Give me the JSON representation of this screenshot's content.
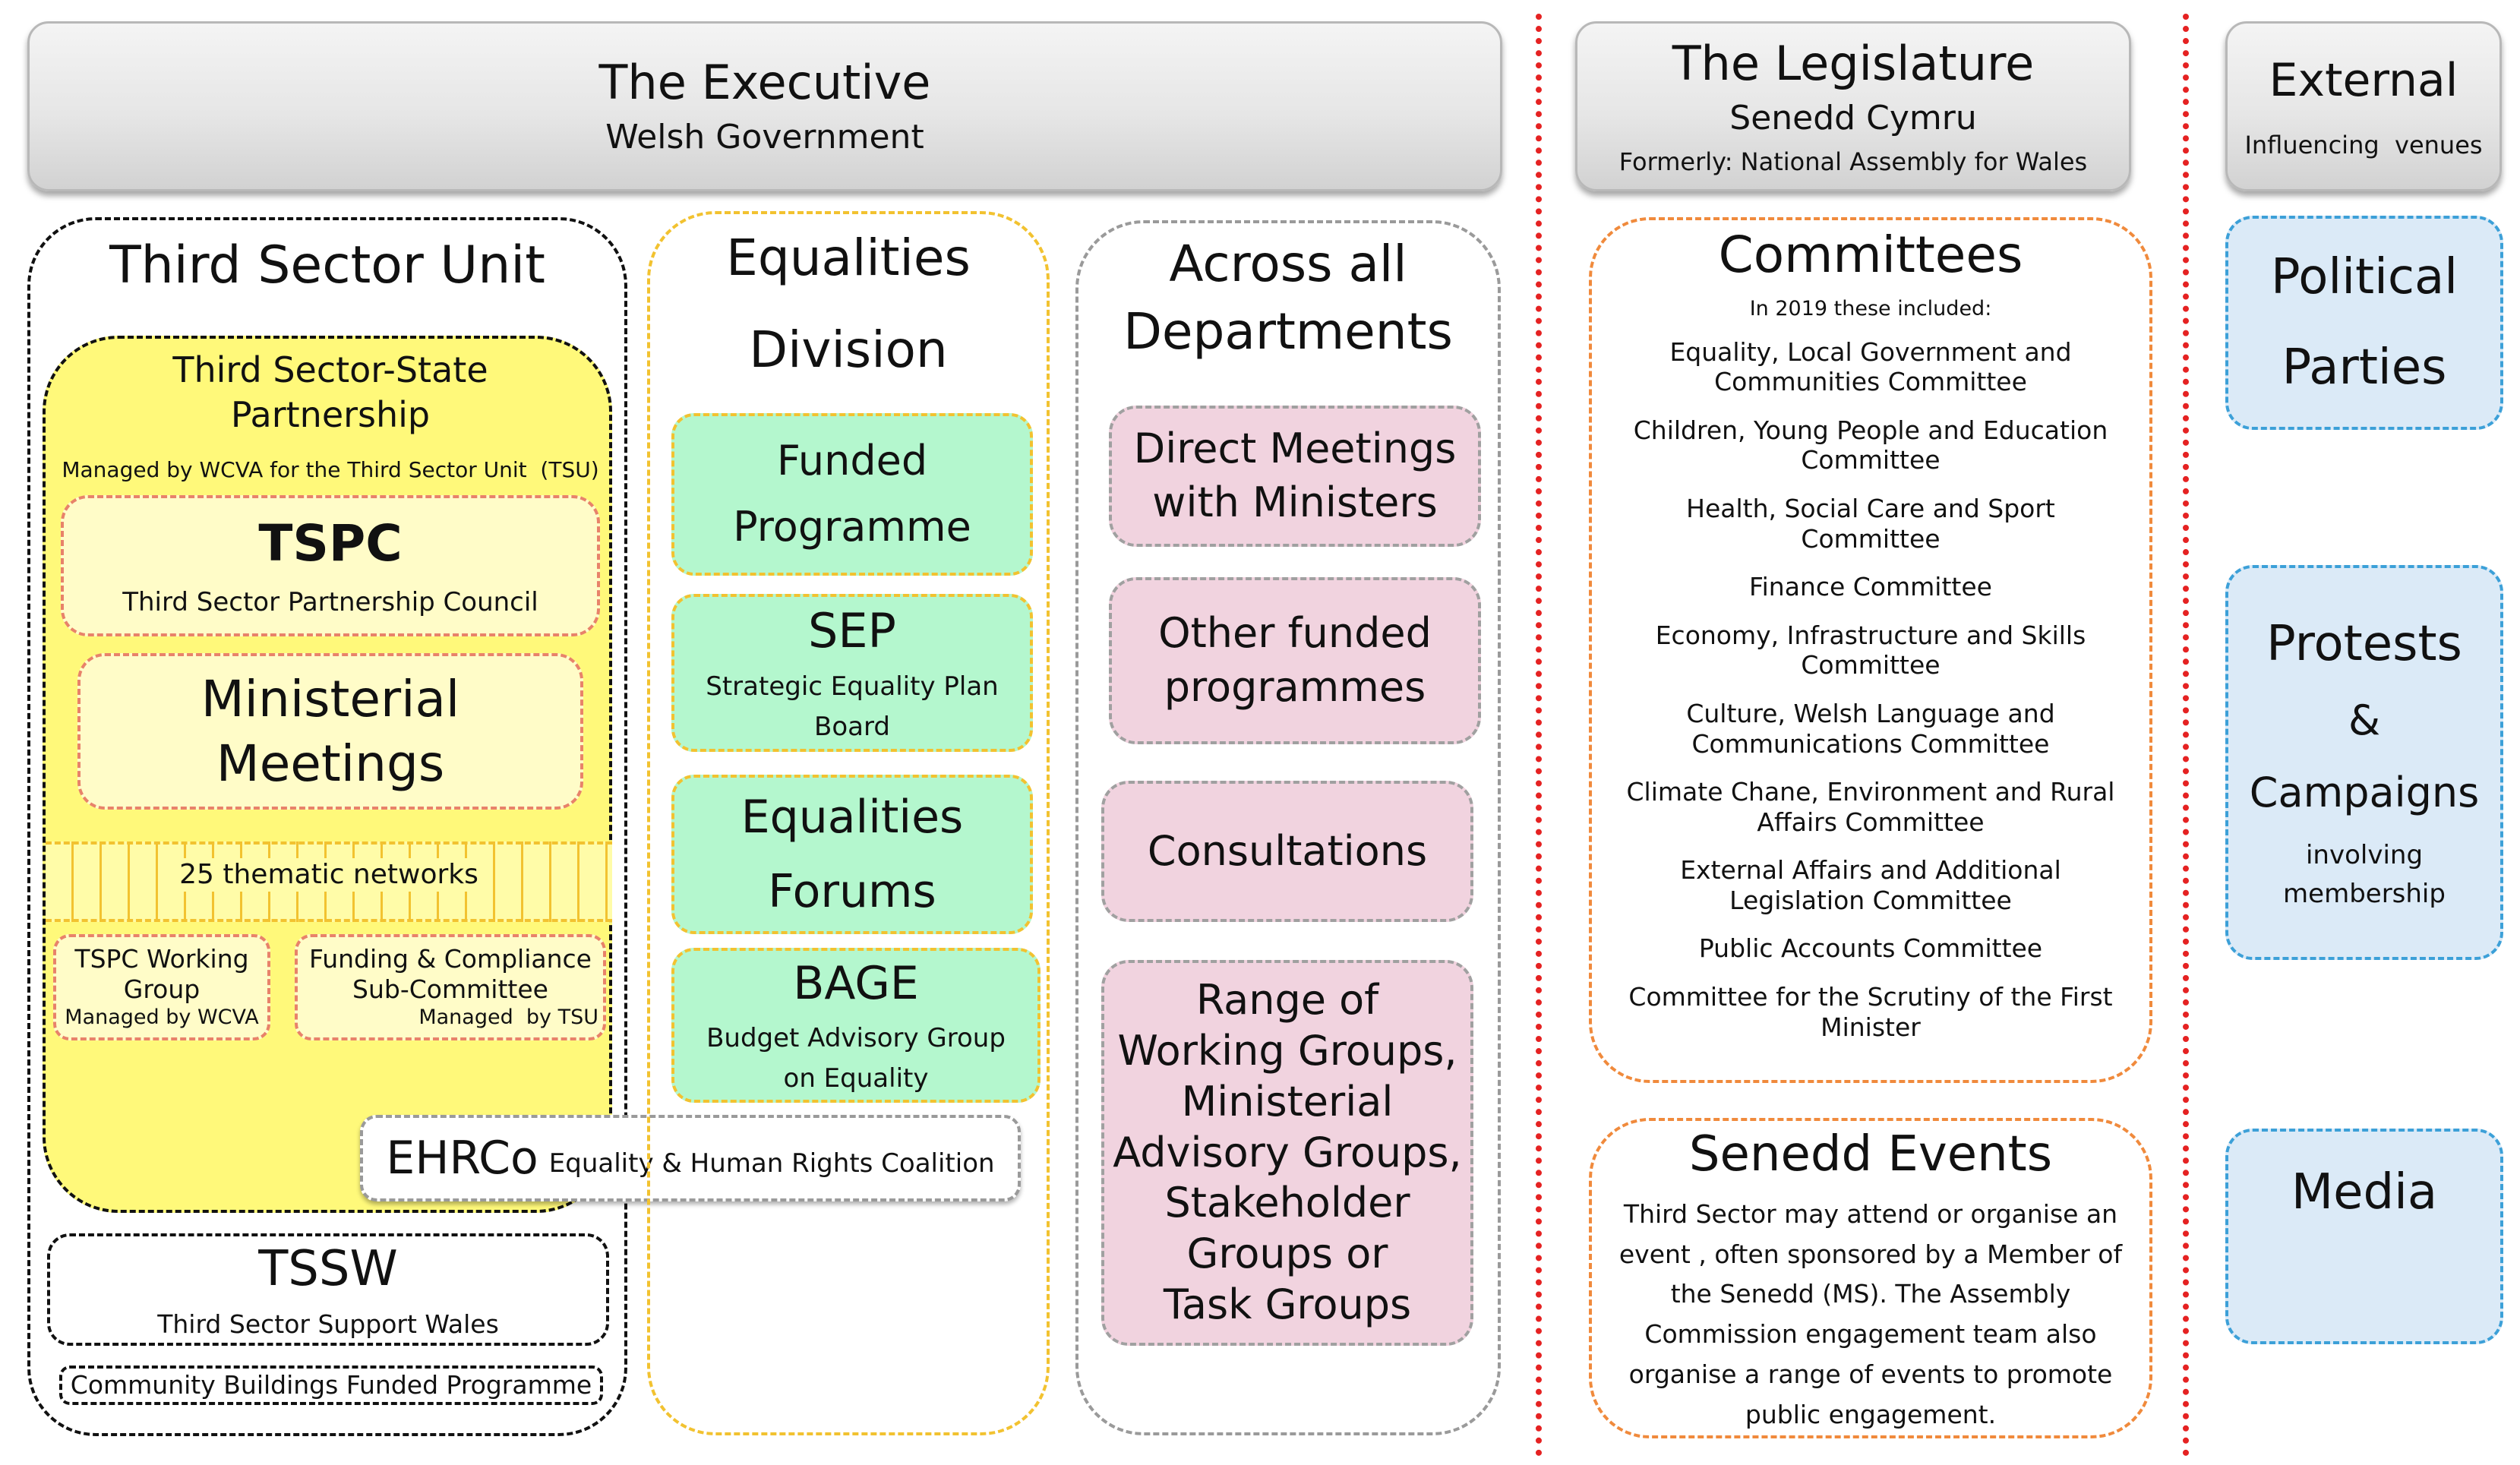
{
  "headers": {
    "executive": {
      "title": "The Executive",
      "subtitle": "Welsh Government"
    },
    "legislature": {
      "title": "The Legislature",
      "subtitle": "Senedd Cymru",
      "note": "Formerly: National Assembly for Wales"
    },
    "external": {
      "title": "External",
      "subtitle": "Influencing  venues"
    }
  },
  "third_sector_unit": {
    "title": "Third Sector Unit",
    "partnership": {
      "title_line1": "Third Sector-State",
      "title_line2": "Partnership",
      "managed": "Managed by WCVA for the Third Sector Unit  (TSU)"
    },
    "tspc": {
      "title": "TSPC",
      "subtitle": "Third Sector Partnership Council"
    },
    "ministerial": {
      "line1": "Ministerial",
      "line2": "Meetings"
    },
    "networks": "25 thematic networks",
    "working_group": {
      "line1": "TSPC Working",
      "line2": "Group",
      "managed": "Managed by WCVA"
    },
    "funding": {
      "line1": "Funding & Compliance",
      "line2": "Sub-Committee",
      "managed": "Managed  by TSU"
    },
    "tssw": {
      "title": "TSSW",
      "subtitle": "Third Sector Support Wales"
    },
    "community": "Community Buildings Funded Programme"
  },
  "ehrco": {
    "title": "EHRCo",
    "subtitle": "Equality & Human Rights Coalition"
  },
  "equalities": {
    "title_line1": "Equalities",
    "title_line2": "Division",
    "funded": {
      "line1": "Funded",
      "line2": "Programme"
    },
    "sep": {
      "title": "SEP",
      "line1": "Strategic Equality Plan",
      "line2": "Board"
    },
    "forums": {
      "line1": "Equalities",
      "line2": "Forums"
    },
    "bage": {
      "title": "BAGE",
      "line1": "Budget Advisory Group",
      "line2": "on Equality"
    }
  },
  "departments": {
    "title_line1": "Across all",
    "title_line2": "Departments",
    "direct": {
      "line1": "Direct Meetings",
      "line2": "with Ministers"
    },
    "other": {
      "line1": "Other funded",
      "line2": "programmes"
    },
    "consultations": "Consultations",
    "range": [
      "Range of",
      "Working Groups,",
      "Ministerial",
      "Advisory Groups,",
      "Stakeholder",
      "Groups or",
      "Task Groups"
    ]
  },
  "committees": {
    "title": "Committees",
    "intro": "In 2019 these included:",
    "items": [
      {
        "line1": "Equality, Local Government and",
        "line2": "Communities Committee"
      },
      {
        "line1": "Children, Young People and Education",
        "line2": "Committee"
      },
      {
        "line1": "Health, Social Care and Sport",
        "line2": "Committee"
      },
      {
        "line1": "Finance Committee",
        "line2": ""
      },
      {
        "line1": "Economy, Infrastructure and Skills",
        "line2": "Committee"
      },
      {
        "line1": "Culture, Welsh Language and",
        "line2": "Communications Committee"
      },
      {
        "line1": "Climate Chane, Environment and Rural",
        "line2": "Affairs Committee"
      },
      {
        "line1": "External Affairs and Additional",
        "line2": "Legislation Committee"
      },
      {
        "line1": "Public Accounts Committee",
        "line2": ""
      },
      {
        "line1": "Committee for the Scrutiny of the First",
        "line2": "Minister"
      }
    ]
  },
  "senedd_events": {
    "title": "Senedd Events",
    "lines": [
      "Third Sector may attend or organise an",
      "event , often sponsored by a Member of",
      "the Senedd (MS). The Assembly",
      "Commission engagement team also",
      "organise a range of events to promote",
      "public engagement."
    ]
  },
  "external": {
    "political": {
      "line1": "Political",
      "line2": "Parties"
    },
    "protests": {
      "line1": "Protests",
      "line2": "&",
      "line3": "Campaigns",
      "line4": "involving",
      "line5": "membership"
    },
    "media": "Media"
  }
}
